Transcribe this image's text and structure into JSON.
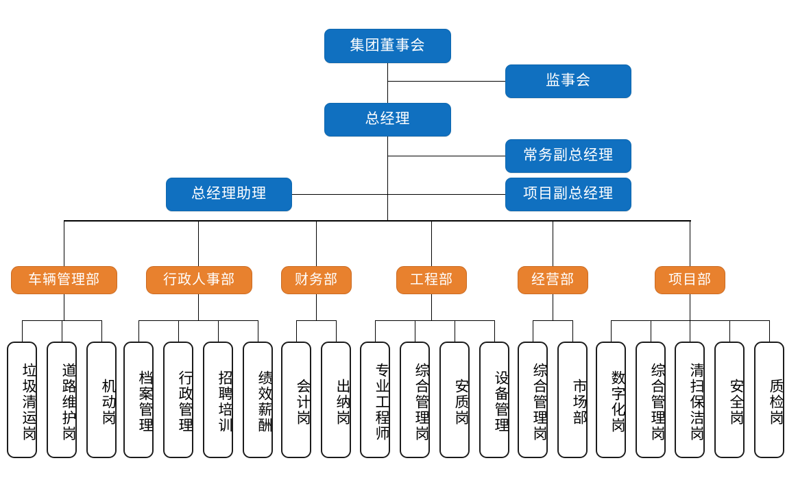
{
  "colors": {
    "executive_blue": "#1070C0",
    "department_orange": "#E8812E",
    "leaf_border": "#1b1b1b",
    "connector": "#000000",
    "background": "#ffffff"
  },
  "chart_data": {
    "type": "diagram",
    "title": "",
    "diagram_kind": "organizational-chart",
    "levels": [
      "board",
      "supervisory",
      "general-manager",
      "deputies",
      "assistant",
      "departments",
      "positions"
    ]
  },
  "executives": {
    "board": {
      "label": "集团董事会"
    },
    "supervisory_board": {
      "label": "监事会"
    },
    "general_manager": {
      "label": "总经理"
    },
    "executive_deputy_gm": {
      "label": "常务副总经理"
    },
    "project_deputy_gm": {
      "label": "项目副总经理"
    },
    "gm_assistant": {
      "label": "总经理助理"
    }
  },
  "departments": [
    {
      "id": "vehicle",
      "label": "车辆管理部",
      "positions": [
        {
          "label": "垃圾清运岗"
        },
        {
          "label": "道路维护岗"
        },
        {
          "label": "机动岗"
        }
      ]
    },
    {
      "id": "admin-hr",
      "label": "行政人事部",
      "positions": [
        {
          "label": "档案管理"
        },
        {
          "label": "行政管理"
        },
        {
          "label": "招聘培训"
        },
        {
          "label": "绩效薪酬"
        }
      ]
    },
    {
      "id": "finance",
      "label": "财务部",
      "positions": [
        {
          "label": "会计岗"
        },
        {
          "label": "出纳岗"
        }
      ]
    },
    {
      "id": "engineering",
      "label": "工程部",
      "positions": [
        {
          "label": "专业工程师"
        },
        {
          "label": "综合管理岗"
        },
        {
          "label": "安质岗"
        },
        {
          "label": "设备管理"
        }
      ]
    },
    {
      "id": "operations",
      "label": "经营部",
      "positions": [
        {
          "label": "综合管理岗"
        },
        {
          "label": "市场部"
        }
      ]
    },
    {
      "id": "project",
      "label": "项目部",
      "positions": [
        {
          "label": "数字化岗"
        },
        {
          "label": "综合管理岗"
        },
        {
          "label": "清扫保洁岗"
        },
        {
          "label": "安全岗"
        },
        {
          "label": "质检岗"
        }
      ]
    }
  ]
}
